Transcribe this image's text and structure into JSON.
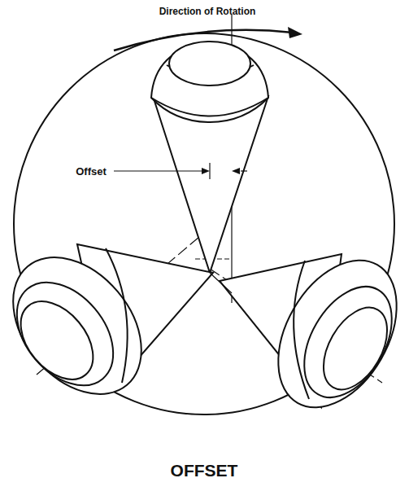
{
  "diagram": {
    "caption": "OFFSET",
    "labels": [
      "Direction of Rotation",
      "Offset"
    ]
  }
}
